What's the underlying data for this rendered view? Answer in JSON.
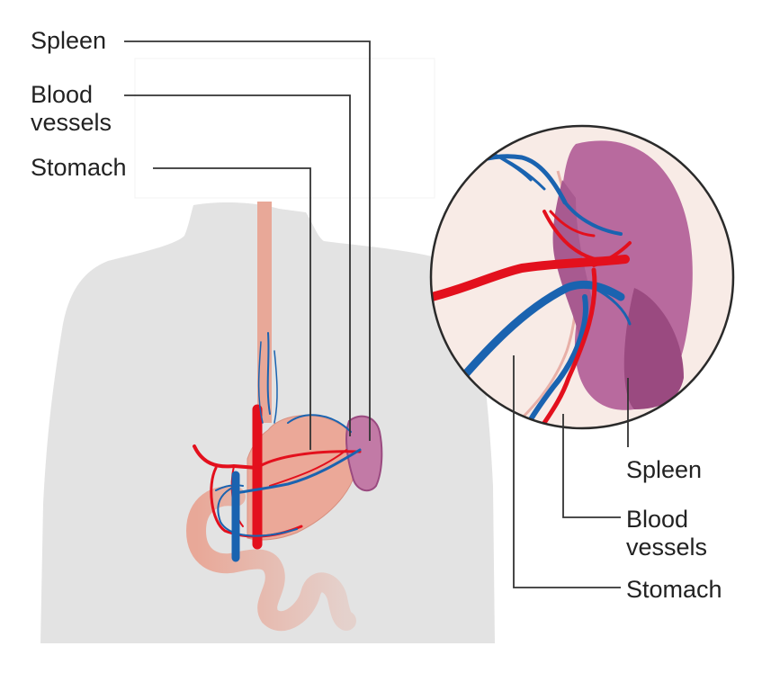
{
  "colors": {
    "body_silhouette": "#e3e3e3",
    "gut": "#e8a898",
    "artery": "#e3101d",
    "vein": "#1a63b0",
    "spleen": "#b86a9e",
    "spleen_dark": "#9a4a80",
    "zoom_background": "#f8ebe6",
    "leader_line": "#333333"
  },
  "left_labels": {
    "spleen": "Spleen",
    "blood_vessels": "Blood\nvessels",
    "stomach": "Stomach"
  },
  "right_labels": {
    "spleen": "Spleen",
    "blood_vessels": "Blood\nvessels",
    "stomach": "Stomach"
  }
}
